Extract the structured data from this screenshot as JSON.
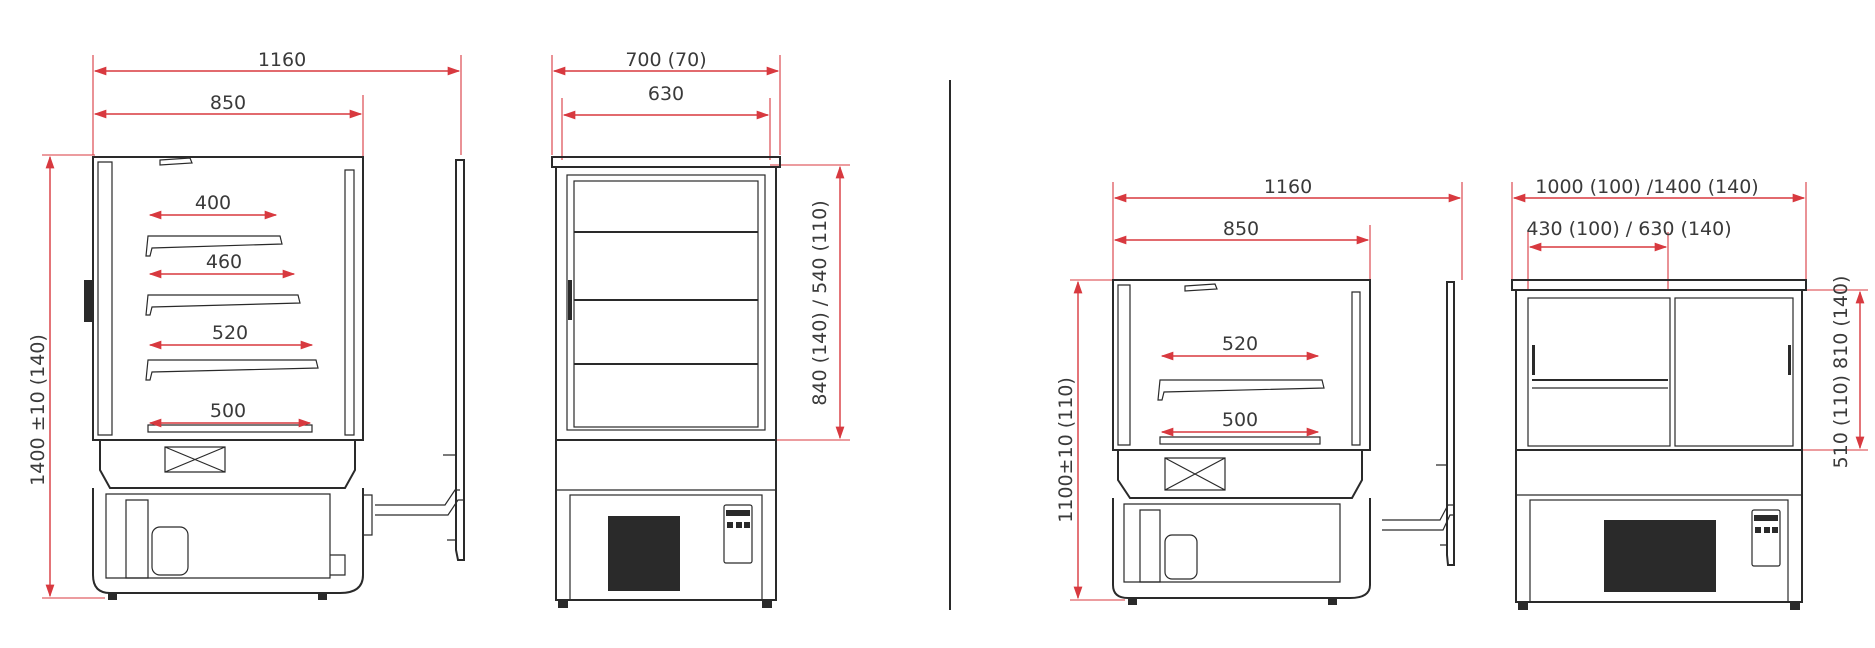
{
  "colors": {
    "dimension": "#d8393f",
    "outline": "#2a2a2a",
    "background": "#ffffff"
  },
  "left_set": {
    "side_view": {
      "width_total": "1160",
      "width_inner": "850",
      "height": "1400 ±10 (140)",
      "shelves": [
        "400",
        "460",
        "520",
        "500"
      ]
    },
    "front_view": {
      "width_total": "700 (70)",
      "width_inner": "630",
      "height": "840 (140) / 540 (110)"
    }
  },
  "right_set": {
    "side_view": {
      "width_total": "1160",
      "width_inner": "850",
      "height": "1100±10 (110)",
      "shelves": [
        "520",
        "500"
      ]
    },
    "front_view": {
      "width_total": "1000 (100) /1400 (140)",
      "width_inner": "430 (100) / 630 (140)",
      "height": "510 (110) 810 (140)"
    }
  }
}
